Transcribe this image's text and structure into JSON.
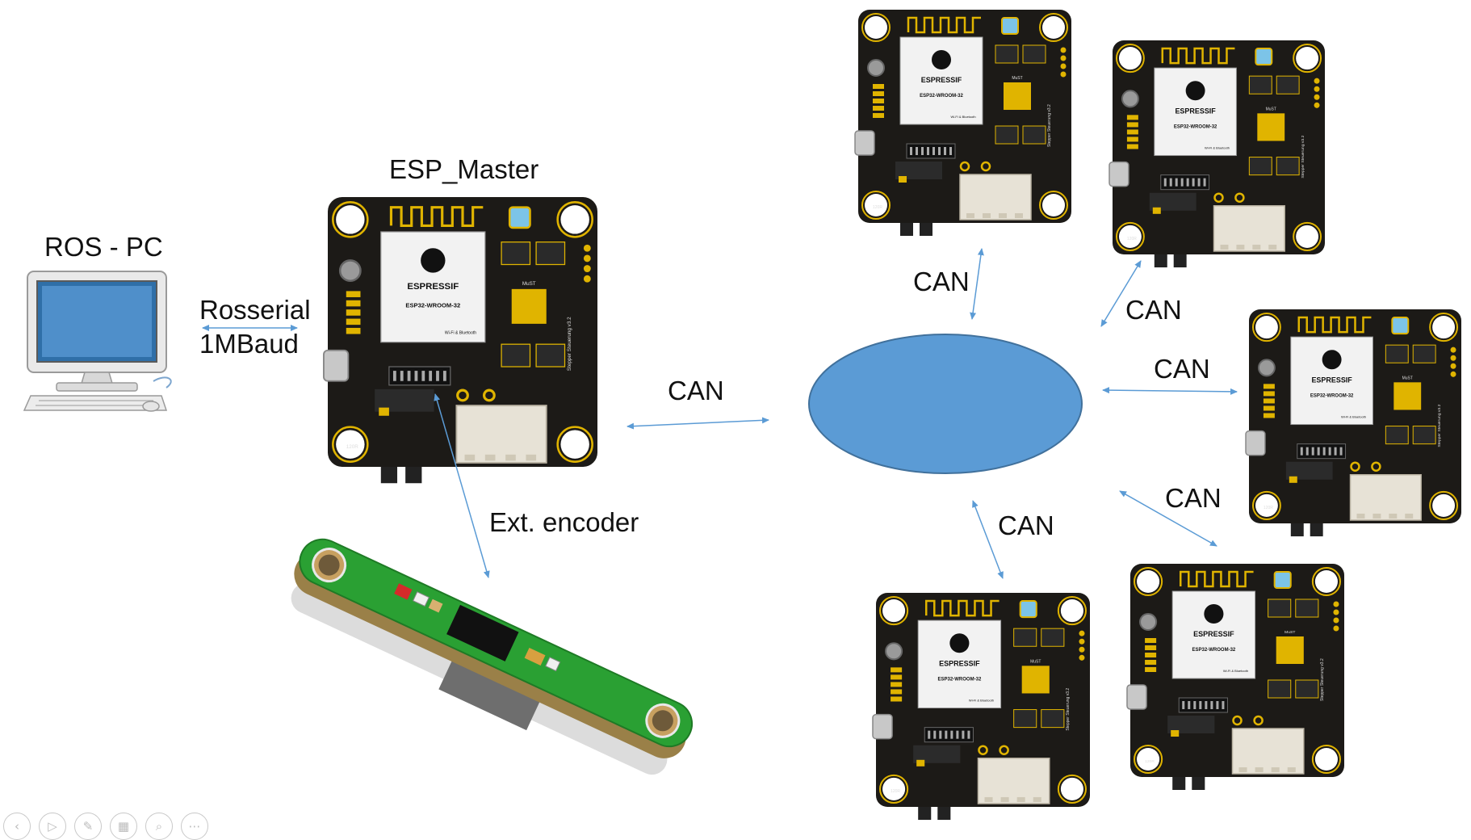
{
  "labels": {
    "ros_pc": "ROS - PC",
    "rosserial": "Rosserial",
    "baud": "1MBaud",
    "esp_master": "ESP_Master",
    "can_master": "CAN",
    "ext_encoder": "Ext. encoder",
    "can_top": "CAN",
    "can_top_right": "CAN",
    "can_right": "CAN",
    "can_bottom_right": "CAN",
    "can_bottom": "CAN"
  },
  "board_text": {
    "brand": "ESPRESSIF",
    "module": "ESP32-WROOM-32",
    "wifi": "Wi-Fi & Bluetooth",
    "driver": "MuST",
    "silk": "Stepper Steuerung v3.2",
    "pin_label": "120R"
  },
  "colors": {
    "bus_fill": "#5b9bd5",
    "bus_stroke": "#41719c",
    "arrow": "#5b9bd5",
    "pcb": "#1c1a17",
    "pcb_accent": "#e0b400",
    "encoder_pcb": "#2aa033"
  },
  "toolbar": {
    "icons": [
      "back-icon",
      "play-icon",
      "pen-icon",
      "slides-icon",
      "zoom-icon",
      "more-icon"
    ],
    "glyphs": [
      "‹",
      "▷",
      "✎",
      "▦",
      "⌕",
      "⋯"
    ]
  }
}
